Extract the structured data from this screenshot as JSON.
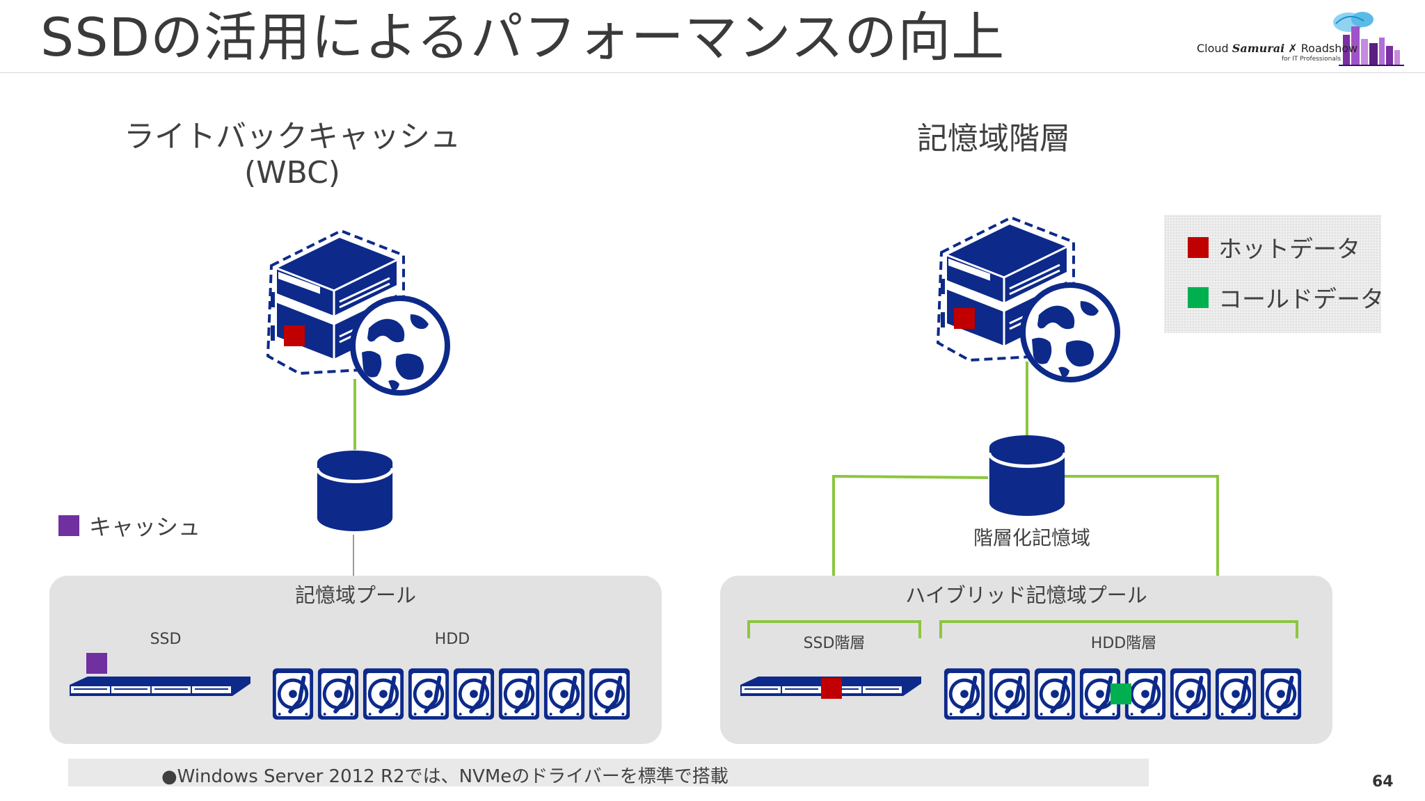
{
  "slide": {
    "title": "SSDの活用によるパフォーマンスの向上",
    "page_number": "64"
  },
  "logo": {
    "cloud": "Cloud",
    "samurai": "Samurai",
    "roadshow": "Roadshow",
    "tagline": "for IT Professionals"
  },
  "left": {
    "heading_line1": "ライトバックキャッシュ",
    "heading_line2": "(WBC)",
    "pool_label": "記憶域プール",
    "ssd_label": "SSD",
    "hdd_label": "HDD",
    "cache_legend": "キャッシュ",
    "ssd_count": 4,
    "hdd_count": 8
  },
  "right": {
    "heading": "記憶域階層",
    "volume_label": "階層化記憶域",
    "pool_label": "ハイブリッド記憶域プール",
    "ssd_tier_label": "SSD階層",
    "hdd_tier_label": "HDD階層",
    "ssd_count": 4,
    "hdd_count": 8
  },
  "legend": {
    "hot": "ホットデータ",
    "cold": "コールドデータ"
  },
  "footer": {
    "note": "●Windows Server 2012 R2では、NVMeのドライバーを標準で搭載"
  },
  "colors": {
    "navy": "#0d2a8a",
    "hot": "#c00000",
    "cold": "#00b050",
    "cache": "#7030a0",
    "connector": "#8cc63f",
    "pool_bg": "#e2e2e2"
  }
}
